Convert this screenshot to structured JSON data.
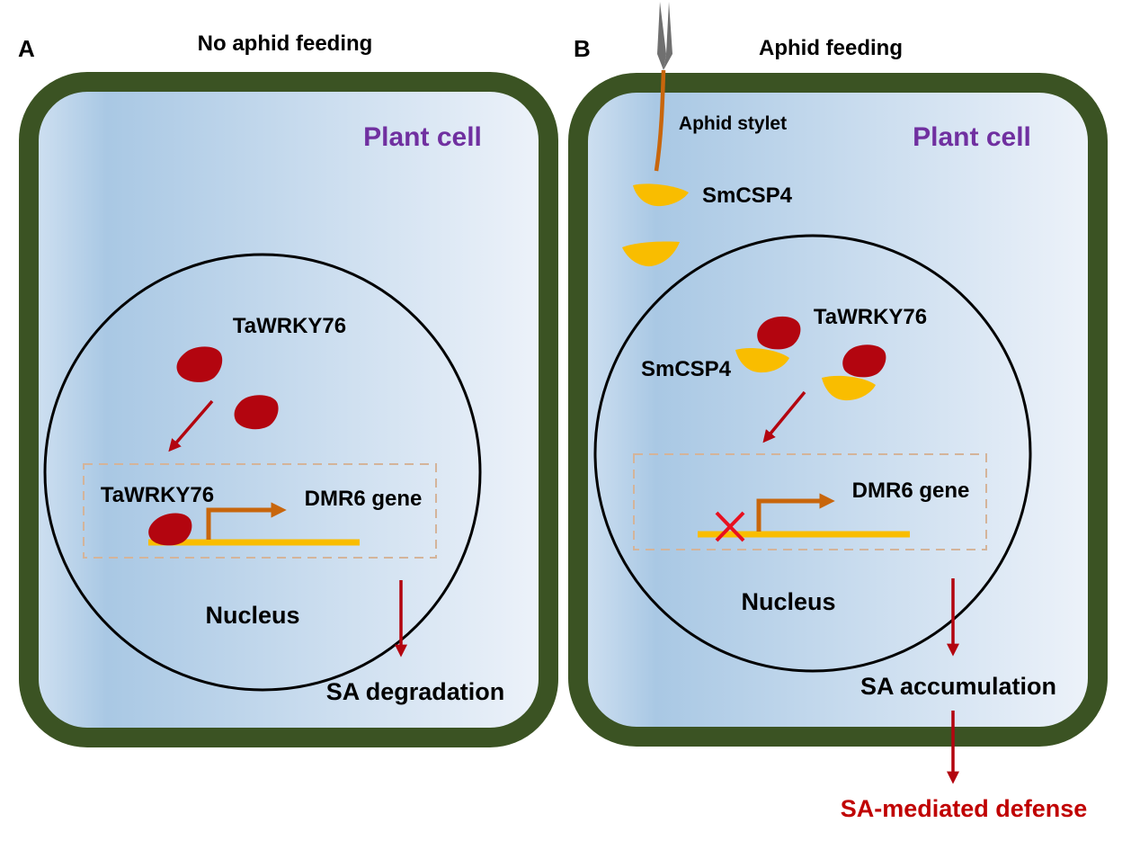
{
  "colors": {
    "cell_wall": "#3b5323",
    "cytoplasm_left": "#a9c8e4",
    "cytoplasm_right": "#eef3fa",
    "protein_red": "#b3050f",
    "protein_yellow": "#f9bd00",
    "arrow_red": "#b3050f",
    "arrow_orange": "#c8660c",
    "dna_yellow": "#f9bd00",
    "inhibit_x": "#e8101f",
    "plant_cell_text": "#7030a0",
    "defense_text": "#c00000",
    "dashed_box": "#d4b49a",
    "stylet_tip": "#707070"
  },
  "panel_a": {
    "letter": "A",
    "title": "No aphid feeding",
    "cell_label": "Plant cell",
    "protein_label_top": "TaWRKY76",
    "protein_label_bound": "TaWRKY76",
    "gene_label": "DMR6 gene",
    "nucleus_label": "Nucleus",
    "outcome": "SA degradation"
  },
  "panel_b": {
    "letter": "B",
    "title": "Aphid feeding",
    "cell_label": "Plant cell",
    "stylet_label": "Aphid stylet",
    "effector_label_cyto": "SmCSP4",
    "protein_label": "TaWRKY76",
    "effector_label_nuc": "SmCSP4",
    "gene_label": "DMR6 gene",
    "nucleus_label": "Nucleus",
    "outcome": "SA accumulation",
    "final_outcome": "SA-mediated defense"
  }
}
